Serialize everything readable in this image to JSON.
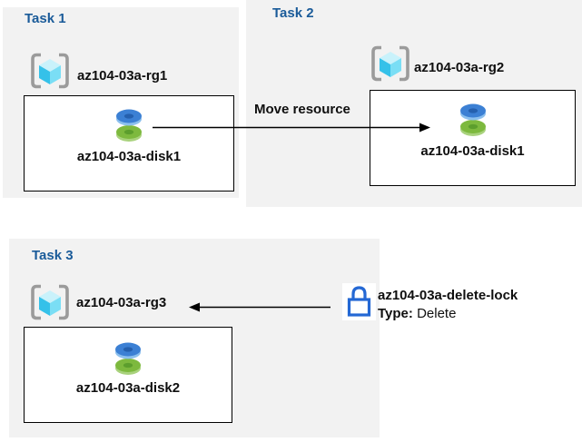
{
  "colors": {
    "panel_bg": "#f2f2f2",
    "task_title": "#1a5b99",
    "label_text": "#0f0f0f",
    "arrow": "#000000",
    "box_border": "#000000",
    "lock_blue": "#2468d4",
    "disk_blue": "#3c80d4",
    "disk_blue_dark": "#2560ae",
    "disk_blue_light": "#8cc0ee",
    "disk_green": "#7db93e",
    "disk_green_dark": "#5c9e2d",
    "disk_green_light": "#a9d27d",
    "cube_top": "#c9f2fb",
    "cube_left": "#35c1e9",
    "cube_right": "#7adef5",
    "bracket_gray": "#9b9b9b"
  },
  "task1": {
    "title": "Task 1",
    "resource_group": "az104-03a-rg1",
    "disk": "az104-03a-disk1"
  },
  "task2": {
    "title": "Task 2",
    "resource_group": "az104-03a-rg2",
    "disk": "az104-03a-disk1"
  },
  "task3": {
    "title": "Task 3",
    "resource_group": "az104-03a-rg3",
    "disk": "az104-03a-disk2"
  },
  "move_arrow": {
    "label": "Move resource"
  },
  "lock": {
    "name": "az104-03a-delete-lock",
    "type_label": "Type:",
    "type_value": "Delete"
  }
}
